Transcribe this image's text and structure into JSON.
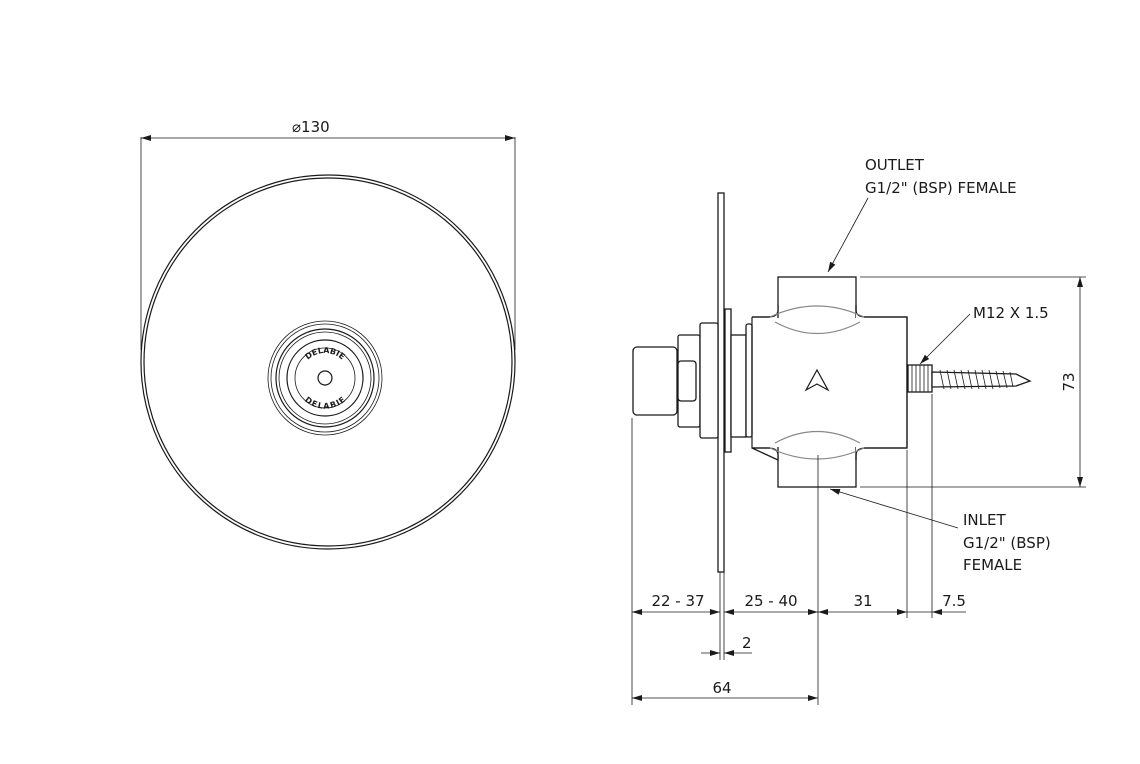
{
  "front_view": {
    "diameter_label": "⌀130",
    "logo_text": "DELABIE"
  },
  "side_view": {
    "outlet_label": [
      "OUTLET",
      "G1/2\" (BSP) FEMALE"
    ],
    "inlet_label": [
      "INLET",
      "G1/2\" (BSP)",
      "FEMALE"
    ],
    "thread_label": "M12 X 1.5",
    "height_dim": "73",
    "dims": {
      "d1": "22 - 37",
      "d2": "25 - 40",
      "d3": "31",
      "d4": "7.5",
      "plate": "2",
      "total": "64"
    }
  }
}
